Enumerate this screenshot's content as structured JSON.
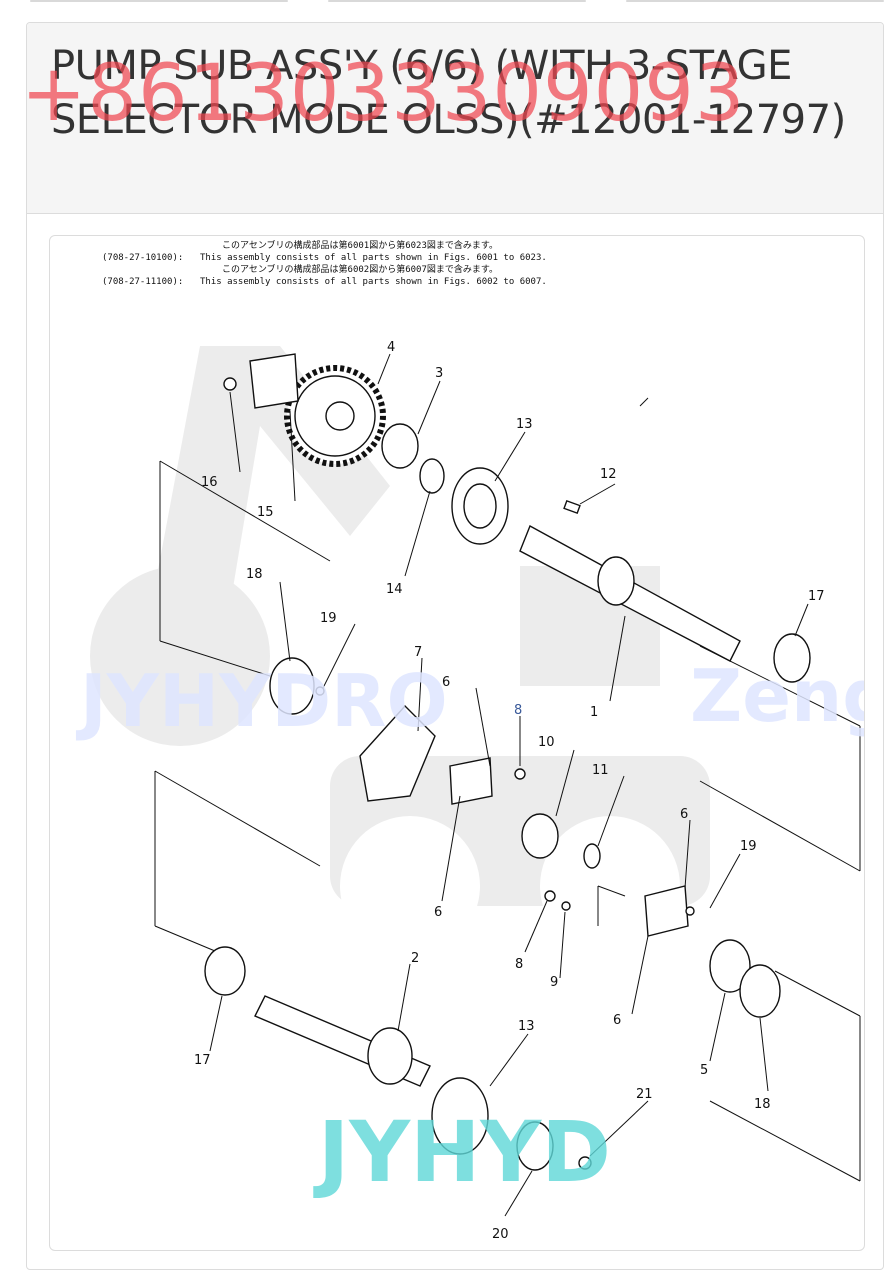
{
  "page": {
    "title": "PUMP SUB ASS'Y (6/6) (WITH 3-STAGE SELECTOR MODE OLSS)(#12001-12797)",
    "watermark_phone": "+8613033309093"
  },
  "figure": {
    "notes": [
      {
        "code": "",
        "text": "このアセンブリの構成部品は第6001図から第6023図まで含みます。"
      },
      {
        "code": "(708-27-10100):",
        "text": "This assembly consists of all parts shown in Figs. 6001 to 6023."
      },
      {
        "code": "",
        "text": "このアセンブリの構成部品は第6002図から第6007図まで含みます。"
      },
      {
        "code": "(708-27-11100):",
        "text": "This assembly consists of all parts shown in Figs. 6002 to 6007."
      }
    ],
    "watermarks": {
      "left": "JYHYDRO",
      "right": "Zeng",
      "bottom": "JYHYD"
    },
    "labels": {
      "l1": "1",
      "l2": "2",
      "l3": "3",
      "l4": "4",
      "l5": "5",
      "l6a": "6",
      "l6b": "6",
      "l6c": "6",
      "l6d": "6",
      "l7": "7",
      "l8a": "8",
      "l8b": "8",
      "l9": "9",
      "l10": "10",
      "l11": "11",
      "l12": "12",
      "l13a": "13",
      "l13b": "13",
      "l14": "14",
      "l15": "15",
      "l16": "16",
      "l17a": "17",
      "l17b": "17",
      "l18a": "18",
      "l18b": "18",
      "l19a": "19",
      "l19b": "19",
      "l20": "20",
      "l21": "21"
    },
    "colors": {
      "phone": "#f04650",
      "wm_blue": "#dfe6ff",
      "wm_teal": "#5fd8d8",
      "label8": "#3a5a9a"
    }
  }
}
